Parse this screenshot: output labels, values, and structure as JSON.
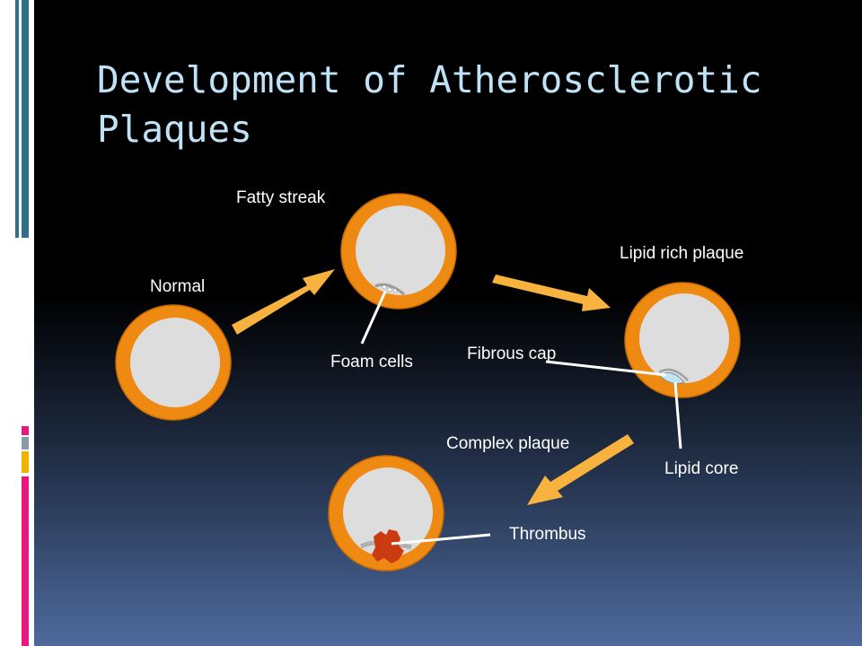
{
  "slide": {
    "title": "Development of Atherosclerotic Plaques",
    "colors": {
      "background_top": "#000000",
      "background_bottom": "#4e6a9c",
      "title_color": "#bfe2f7",
      "vessel_wall": "#ee8a12",
      "vessel_wall_outline": "#c76a05",
      "lumen": "#dddddd",
      "arrow": "#f8b23e",
      "thrombus": "#cc3a12",
      "label_text": "#ffffff",
      "accent_magenta": "#e6197f",
      "accent_teal": "#2f6f88",
      "accent_gold": "#f0b400",
      "accent_gray": "#8a9aa8"
    }
  },
  "diagram": {
    "stages": [
      {
        "name": "Normal"
      },
      {
        "name": "Fatty streak"
      },
      {
        "name": "Lipid rich plaque"
      },
      {
        "name": "Complex plaque"
      }
    ],
    "annotations": [
      {
        "text": "Foam cells"
      },
      {
        "text": "Fibrous cap"
      },
      {
        "text": "Lipid core"
      },
      {
        "text": "Thrombus"
      }
    ]
  }
}
